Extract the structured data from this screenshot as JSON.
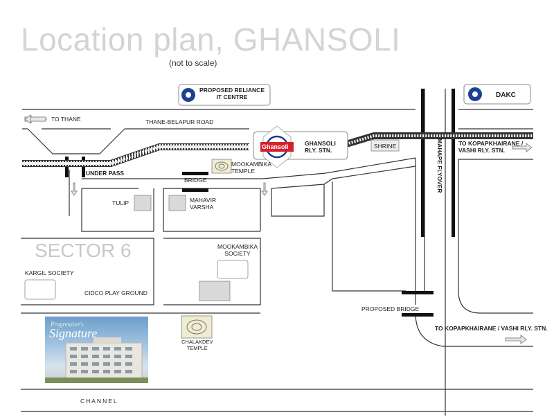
{
  "title": "Location plan, GHANSOLI",
  "subtitle": "(not to scale)",
  "sector_label": "SECTOR 6",
  "roads": {
    "to_thane": "TO THANE",
    "thane_belapur_road": "THANE-BELAPUR ROAD",
    "under_pass": "UNDER PASS",
    "bridge": "BRIDGE",
    "mahape_flyover": "MAHAPE FLYOVER",
    "to_kopar_upper": "TO KOPAPKHAIRANE /\nVASHI RLY. STN.",
    "to_kopar_lower": "TO KOPAPKHAIRANE / VASHI RLY. STN.",
    "proposed_bridge": "PROPOSED BRIDGE",
    "channel": "CHANNEL"
  },
  "landmarks": {
    "reliance": "PROPOSED RELIANCE\nIT CENTRE",
    "dakc": "DAKC",
    "ghansoli_badge": "Ghansoli",
    "ghansoli_station": "GHANSOLI\nRLY. STN.",
    "shrine": "SHRINE",
    "mookambika_temple": "MOOKAMBIKA\nTEMPLE",
    "tulip": "TULIP",
    "mahavir_varsha": "MAHAVIR\nVARSHA",
    "mookambika_society": "MOOKAMBIKA\nSOCIETY",
    "kargil_society": "KARGIL SOCIETY",
    "cidco_play_ground": "CIDCO PLAY GROUND",
    "chalakdev_temple": "CHALAKDEV\nTEMPLE"
  },
  "project": {
    "brand_small": "Progressive's",
    "brand_name": "Signature"
  },
  "colors": {
    "road": "#333333",
    "building_fill": "#d9d9d9",
    "temple_fill": "#efeccf",
    "reliance_blue": "#1f3f93",
    "ghansoli_red": "#d8202a"
  },
  "icons": [
    "reliance-logo-icon",
    "dakc-logo-icon",
    "railway-icon",
    "arrow-icon",
    "temple-icon"
  ]
}
